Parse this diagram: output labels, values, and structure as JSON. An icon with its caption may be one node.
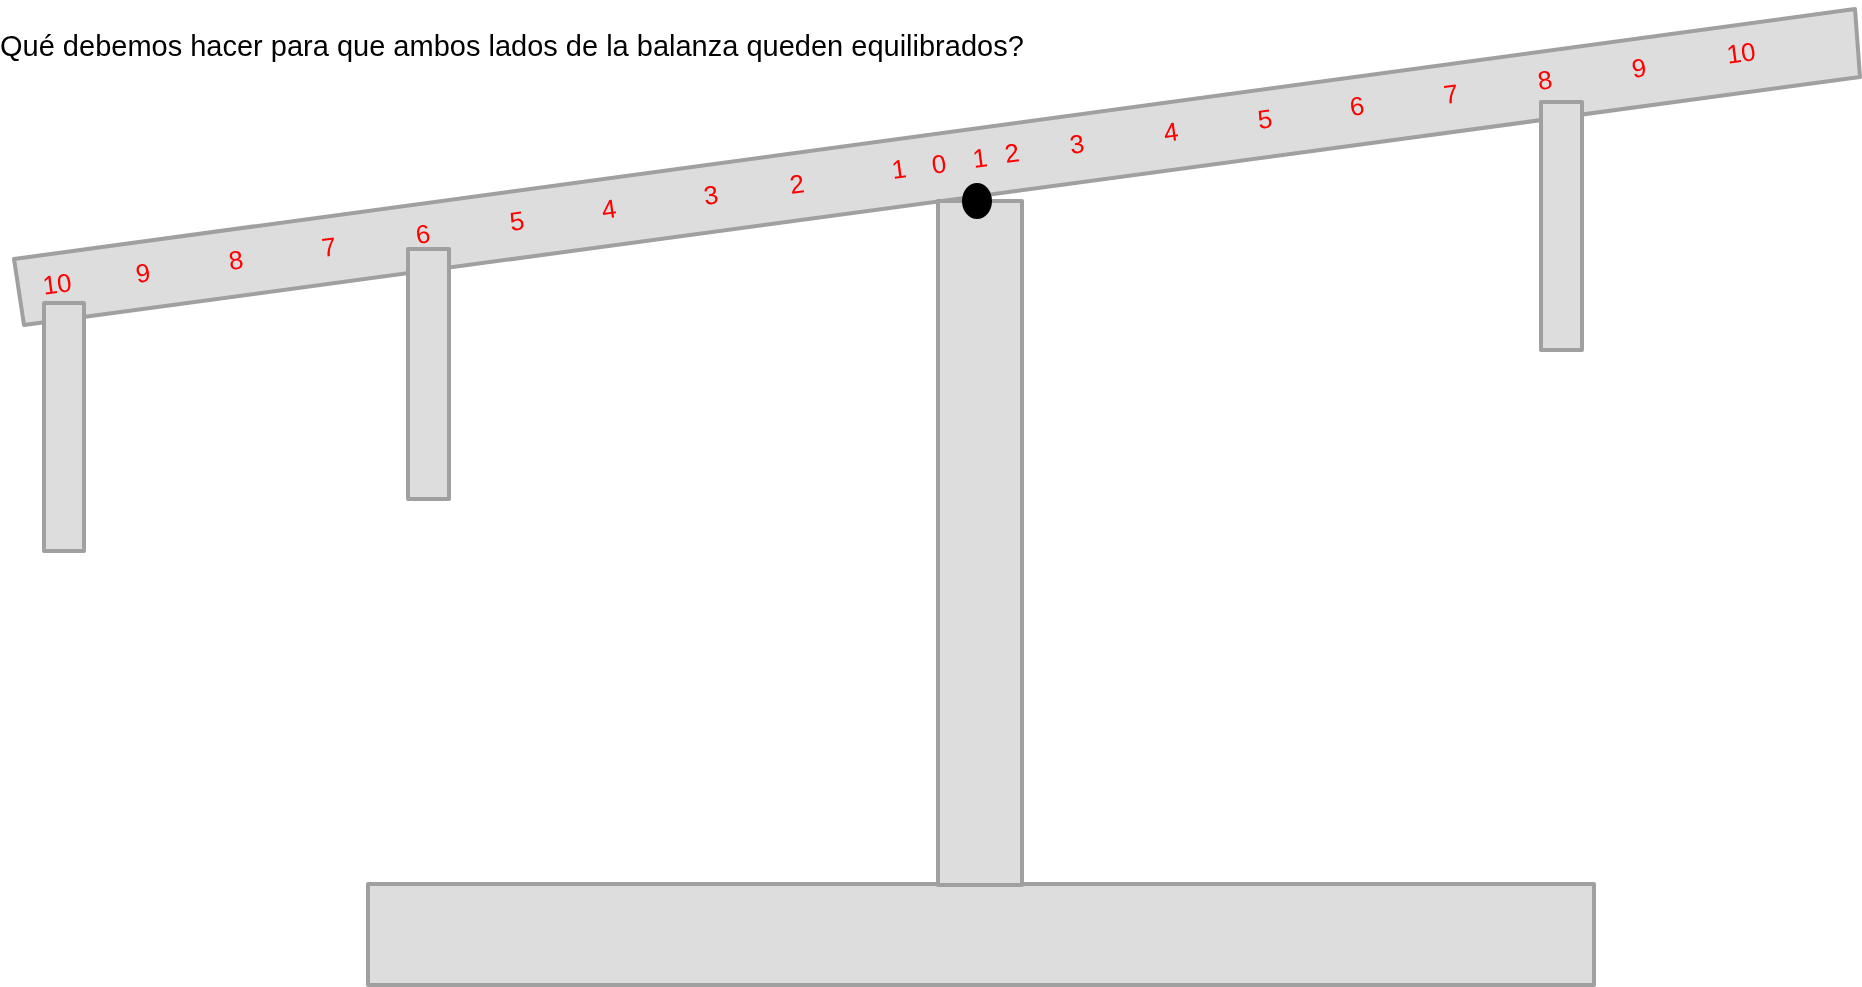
{
  "diagram": {
    "title": "Qué debemos hacer para que ambos lados de la balanza queden equilibrados?",
    "labels": [
      "10",
      "9",
      "8",
      "7",
      "6",
      "5",
      "4",
      "3",
      "2",
      "1",
      "0",
      "1",
      "2",
      "3",
      "4",
      "5",
      "6",
      "7",
      "8",
      "9",
      "10"
    ]
  }
}
